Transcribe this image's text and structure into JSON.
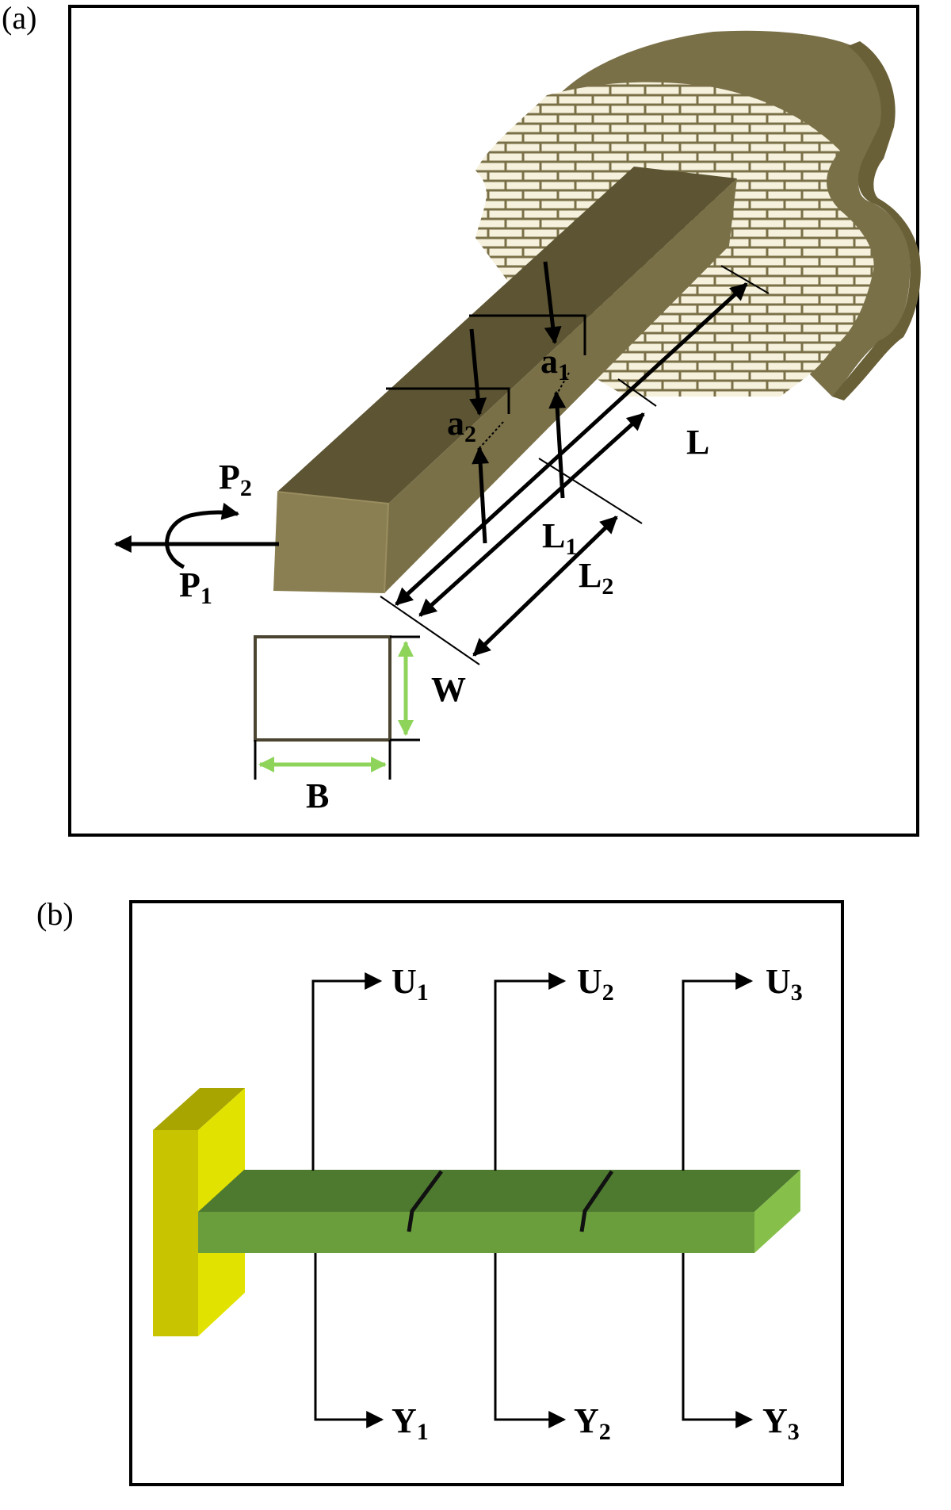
{
  "panel_a": {
    "label": "(a)",
    "symbols": {
      "P2": {
        "main": "P",
        "sub": "2"
      },
      "P1": {
        "main": "P",
        "sub": "1"
      },
      "a1": {
        "main": "a",
        "sub": "1"
      },
      "a2": {
        "main": "a",
        "sub": "2"
      },
      "L": {
        "main": "L",
        "sub": ""
      },
      "L1": {
        "main": "L",
        "sub": "1"
      },
      "L2": {
        "main": "L",
        "sub": "2"
      },
      "W": {
        "main": "W",
        "sub": ""
      },
      "B": {
        "main": "B",
        "sub": ""
      }
    },
    "colors": {
      "beam_top": "#5c5432",
      "beam_side": "#7a7048",
      "beam_end": "#8a7f52",
      "wall": "#7a7048",
      "brick_bg": "#f5f1dc",
      "brick_mortar": "#7a7048",
      "dimension_arrow": "#8fd45a"
    }
  },
  "panel_b": {
    "label": "(b)",
    "outputs_top": [
      {
        "main": "U",
        "sub": "1"
      },
      {
        "main": "U",
        "sub": "2"
      },
      {
        "main": "U",
        "sub": "3"
      }
    ],
    "outputs_bottom": [
      {
        "main": "Y",
        "sub": "1"
      },
      {
        "main": "Y",
        "sub": "2"
      },
      {
        "main": "Y",
        "sub": "3"
      }
    ],
    "colors": {
      "support_front": "#c8c400",
      "support_side": "#e2e200",
      "support_top": "#a8a400",
      "beam_top": "#4e7a30",
      "beam_front": "#6a9e3c",
      "beam_end": "#86c04a"
    }
  }
}
